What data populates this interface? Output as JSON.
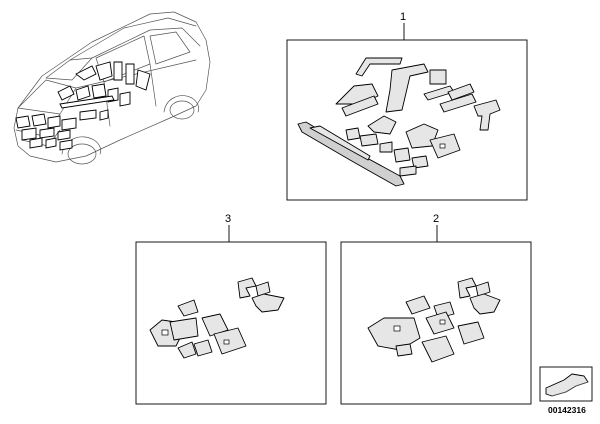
{
  "callouts": {
    "kit_1": "1",
    "kit_2": "2",
    "kit_3": "3"
  },
  "diagram_id": "00142316",
  "icons": {
    "vehicle": "suv-wireframe-icon",
    "corner_symbol": "insulation-mat-symbol-icon"
  }
}
